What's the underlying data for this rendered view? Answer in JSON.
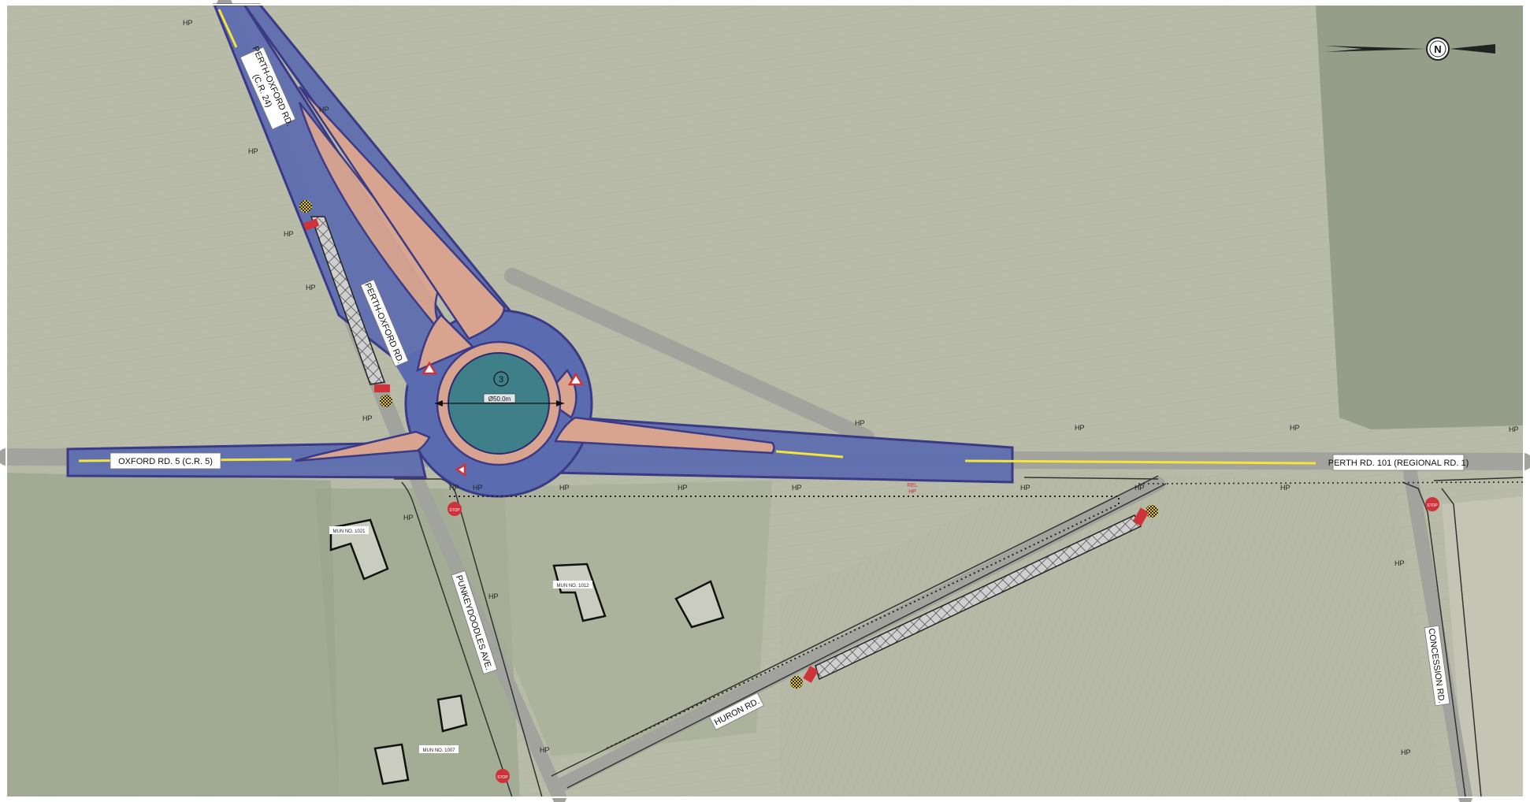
{
  "roads": {
    "perth_oxford_cr24_line1": "PERTH-OXFORD RD.",
    "perth_oxford_cr24_line2": "(C.R. 24)",
    "perth_oxford": "PERTH-OXFORD RD.",
    "oxford_rd5": "OXFORD RD. 5 (C.R. 5)",
    "perth_rd101": "PERTH RD. 101 (REGIONAL RD. 1)",
    "punkeydoodles": "PUNKEYDOODLES AVE.",
    "huron": "HURON RD.",
    "concession": "CONCESSION RD."
  },
  "roundabout": {
    "id": "3",
    "diameter": "Ø50.0m"
  },
  "properties": [
    "MUN NO. 1021",
    "MUN NO. 1012",
    "MUN NO. 1007"
  ],
  "signs": {
    "stop": "STOP",
    "relocate_line1": "REL",
    "relocate_line2": "HP"
  },
  "hydro_pole_label": "HP",
  "north_arrow": "N",
  "colors": {
    "background_field": "#b9bca9",
    "road_pavement": "#5b6bb0",
    "road_outline": "#3a3a86",
    "splitter_island": "#d9a48f",
    "central_island": "#3f7f8a",
    "centerline": "#f4e43b",
    "stop_sign": "#d0323a",
    "hatch_area": "#5a5a5a"
  }
}
